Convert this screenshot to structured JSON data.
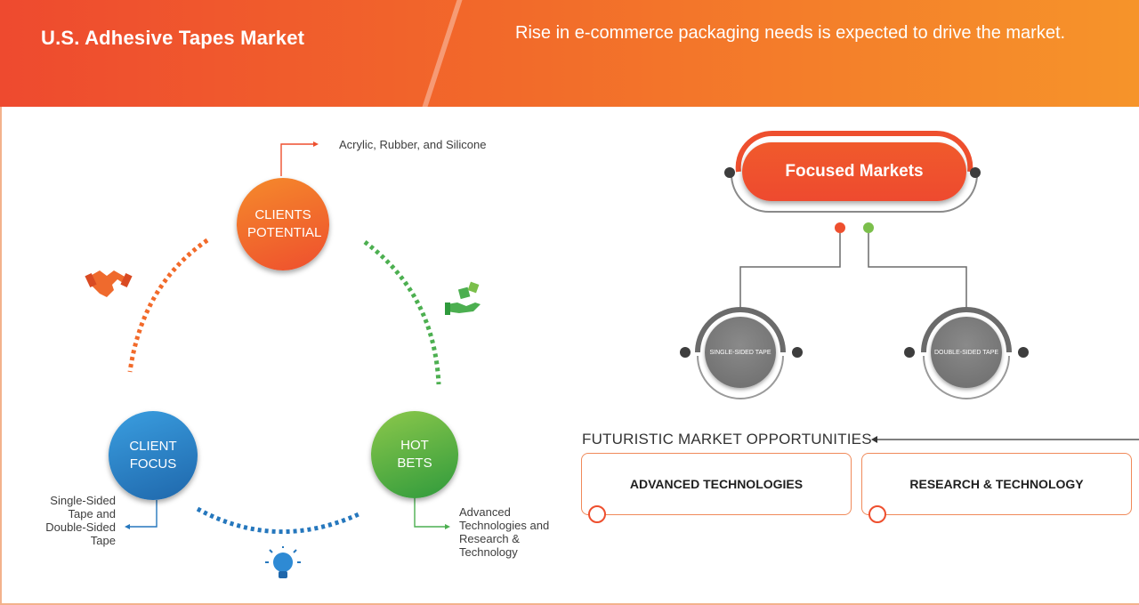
{
  "header": {
    "title": "U.S. Adhesive Tapes Market",
    "subtitle": "Rise in e-commerce packaging needs is expected to drive the market."
  },
  "cycle": {
    "clients_potential": {
      "label": "CLIENTS POTENTIAL",
      "note": "Acrylic, Rubber, and Silicone"
    },
    "client_focus": {
      "label": "CLIENT FOCUS",
      "note": "Single-Sided Tape and Double-Sided Tape"
    },
    "hot_bets": {
      "label": "HOT BETS",
      "note": "Advanced Technologies and Research & Technology"
    },
    "icons": [
      "handshake-icon",
      "dice-hand-icon",
      "lightbulb-icon"
    ]
  },
  "focused_markets": {
    "title": "Focused Markets",
    "items": [
      "SINGLE-SIDED TAPE",
      "DOUBLE-SIDED TAPE"
    ]
  },
  "opportunities": {
    "title": "FUTURISTIC MARKET OPPORTUNITIES",
    "items": [
      "ADVANCED TECHNOLOGIES",
      "RESEARCH & TECHNOLOGY"
    ]
  },
  "colors": {
    "orange": "#ee4f2e",
    "blue": "#2577bd",
    "green": "#4caf50",
    "gray": "#6b6b6b"
  }
}
